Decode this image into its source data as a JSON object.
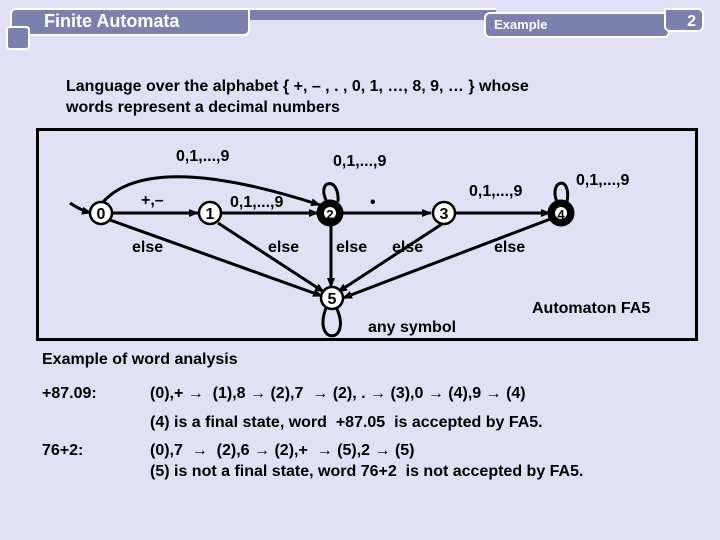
{
  "header": {
    "title": "Finite Automata",
    "section": "Example",
    "page_number": "2"
  },
  "intro": {
    "line1": "Language over the alphabet { +, – , . , 0, 1, …, 8, 9, … } whose",
    "line2": "words represent a decimal numbers"
  },
  "diagram": {
    "caption": "Automaton FA5",
    "states": [
      "0",
      "1",
      "2",
      "3",
      "4",
      "5"
    ],
    "final_states": [
      "2",
      "4"
    ],
    "start_state": "0",
    "edges": [
      {
        "from": "0",
        "to": "1",
        "label": "+,–"
      },
      {
        "from": "0",
        "to": "2",
        "label": "0,1,...,9"
      },
      {
        "from": "1",
        "to": "2",
        "label": "0,1,...,9"
      },
      {
        "from": "2",
        "to": "2",
        "label": "0,1,...,9"
      },
      {
        "from": "2",
        "to": "3",
        "label": "•"
      },
      {
        "from": "3",
        "to": "4",
        "label": "0,1,...,9"
      },
      {
        "from": "4",
        "to": "4",
        "label": "0,1,...,9"
      },
      {
        "from": "0",
        "to": "5",
        "label": "else"
      },
      {
        "from": "1",
        "to": "5",
        "label": "else"
      },
      {
        "from": "2",
        "to": "5",
        "label": "else"
      },
      {
        "from": "3",
        "to": "5",
        "label": "else"
      },
      {
        "from": "4",
        "to": "5",
        "label": "else"
      },
      {
        "from": "5",
        "to": "5",
        "label": "any symbol"
      }
    ]
  },
  "analysis": {
    "title": "Example of word analysis",
    "examples": [
      {
        "word": "+87.09:",
        "trace": "(0),+ →  (1),8 → (2),7  → (2), . → (3),0 → (4),9 → (4)",
        "result": "(4) is a final state, word  +87.05  is accepted by FA5."
      },
      {
        "word": "76+2:",
        "trace": "(0),7  →  (2),6 → (2),+  → (5),2 → (5)",
        "result": "(5) is not a final state, word 76+2  is not accepted by FA5."
      }
    ]
  },
  "colors": {
    "background": "#e1e1f5",
    "header": "#7b80ac",
    "header_text": "#ffffff"
  }
}
